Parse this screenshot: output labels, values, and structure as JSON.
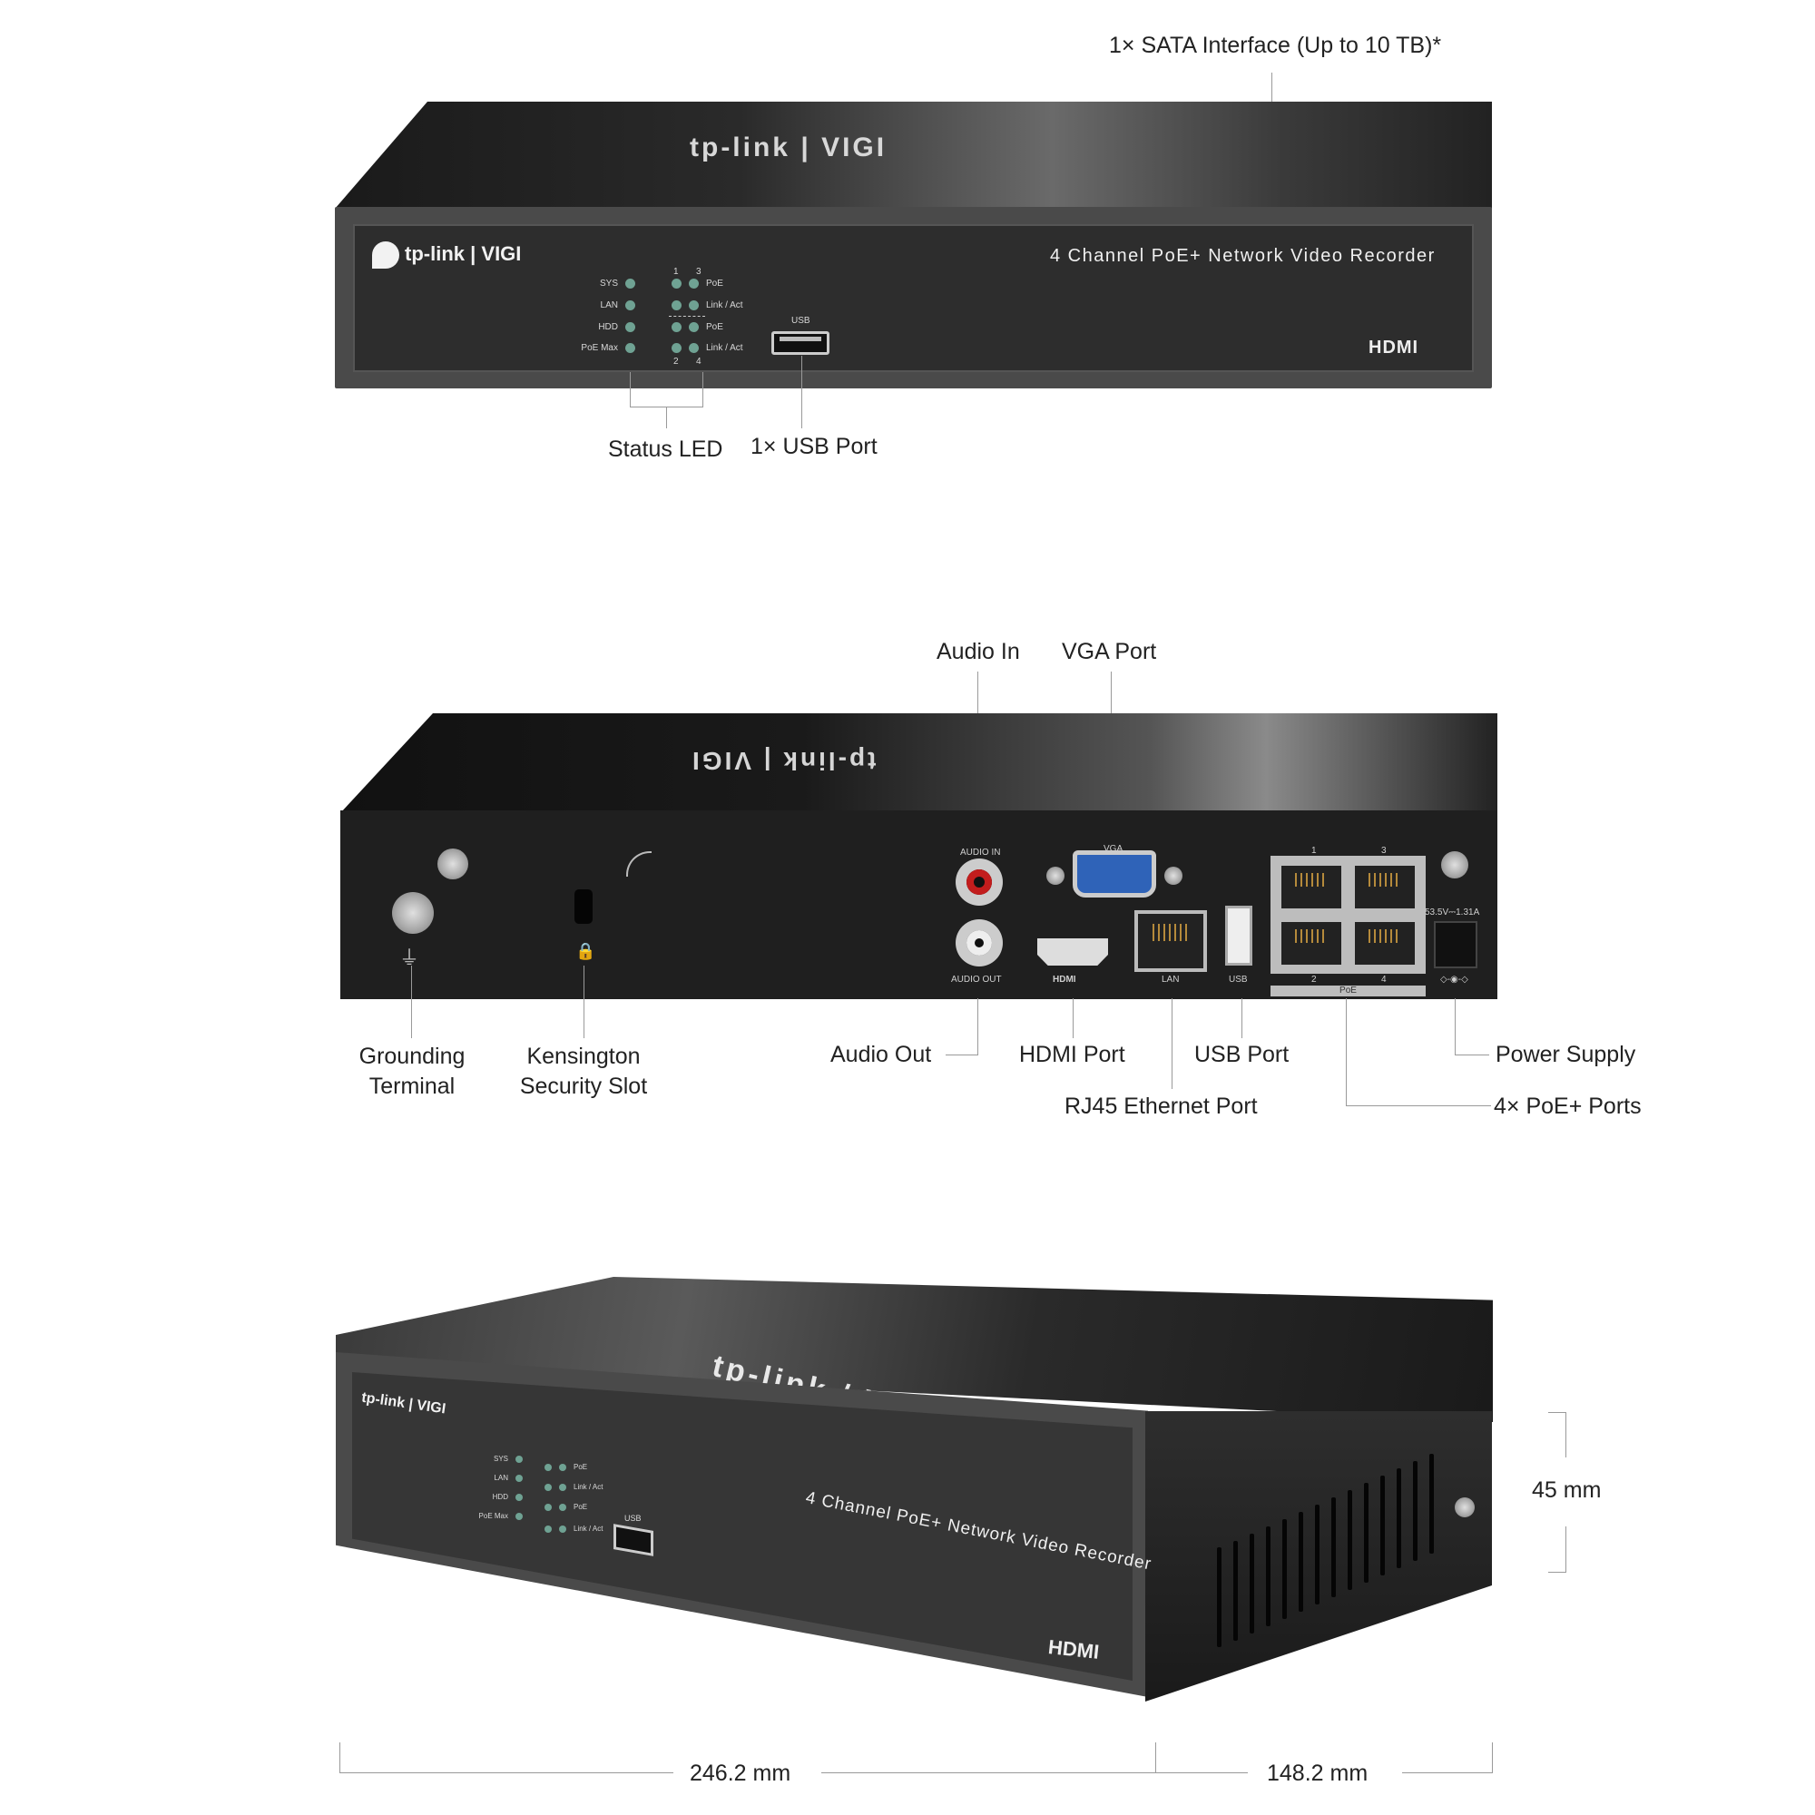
{
  "product": {
    "brand": "tp-link",
    "sub_brand": "VIGI",
    "model_description": "4 Channel PoE+ Network Video Recorder",
    "hdmi_logo": "HDMI",
    "colors": {
      "body": "#2d2d2d",
      "led": "#6fa293",
      "vga": "#2f63b8",
      "audio_in": "#c21d1d",
      "callout_line": "#9a9a9a"
    }
  },
  "front_view": {
    "callouts": {
      "sata": "1× SATA Interface (Up to 10 TB)*",
      "status_led": "Status LED",
      "usb_port": "1× USB Port"
    },
    "panel": {
      "led_labels_left": [
        "SYS",
        "LAN",
        "HDD",
        "PoE Max"
      ],
      "port_numbers_top": [
        "1",
        "3"
      ],
      "port_numbers_bottom": [
        "2",
        "4"
      ],
      "led_labels_right": [
        "PoE",
        "Link / Act",
        "PoE",
        "Link / Act"
      ],
      "usb_label": "USB"
    }
  },
  "rear_view": {
    "callouts": {
      "audio_in": "Audio In",
      "vga_port": "VGA Port",
      "grounding_terminal_line1": "Grounding",
      "grounding_terminal_line2": "Terminal",
      "kensington_line1": "Kensington",
      "kensington_line2": "Security Slot",
      "audio_out": "Audio Out",
      "hdmi_port": "HDMI Port",
      "usb_port": "USB Port",
      "power_supply": "Power Supply",
      "rj45_port": "RJ45 Ethernet Port",
      "poe_ports": "4× PoE+ Ports"
    },
    "panel_labels": {
      "audio_in": "AUDIO IN",
      "audio_out": "AUDIO OUT",
      "vga": "VGA",
      "hdmi": "HDMI",
      "lan": "LAN",
      "usb": "USB",
      "poe": "PoE",
      "poe_numbers": [
        "1",
        "3",
        "2",
        "4"
      ],
      "power_rating": "53.5V⎓1.31A",
      "polarity": "◇-◉-◇"
    }
  },
  "dimensions": {
    "height": "45 mm",
    "width": "246.2 mm",
    "depth": "148.2 mm"
  }
}
